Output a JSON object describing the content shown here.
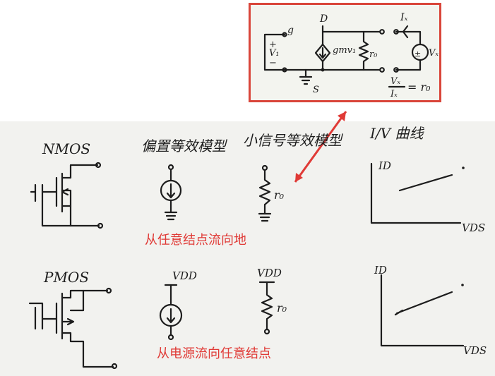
{
  "inset": {
    "gate": "g",
    "drain": "D",
    "source": "S",
    "vgs": "V₁",
    "plus": "+",
    "minus": "−",
    "gm": "gmv₁",
    "ro": "r₀",
    "ix": "Iₓ",
    "vx": "Vₓ",
    "ratio_num": "Vₓ",
    "ratio_den": "Iₓ",
    "ratio_eq": "= r₀"
  },
  "headers": {
    "nmos": "NMOS",
    "bias": "偏置等效模型",
    "small": "小信号等效模型",
    "iv": "I/V 曲线"
  },
  "row2": {
    "pmos": "PMOS",
    "vdd1": "VDD",
    "vdd2": "VDD"
  },
  "labels": {
    "ro_n": "r₀",
    "ro_p": "r₀",
    "id_n": "ID",
    "vds_n": "VDS",
    "id_p": "ID",
    "vds_p": "VDS"
  },
  "captions": {
    "nmos_flow": "从任意结点流向地",
    "pmos_flow": "从电源流向任意结点"
  }
}
